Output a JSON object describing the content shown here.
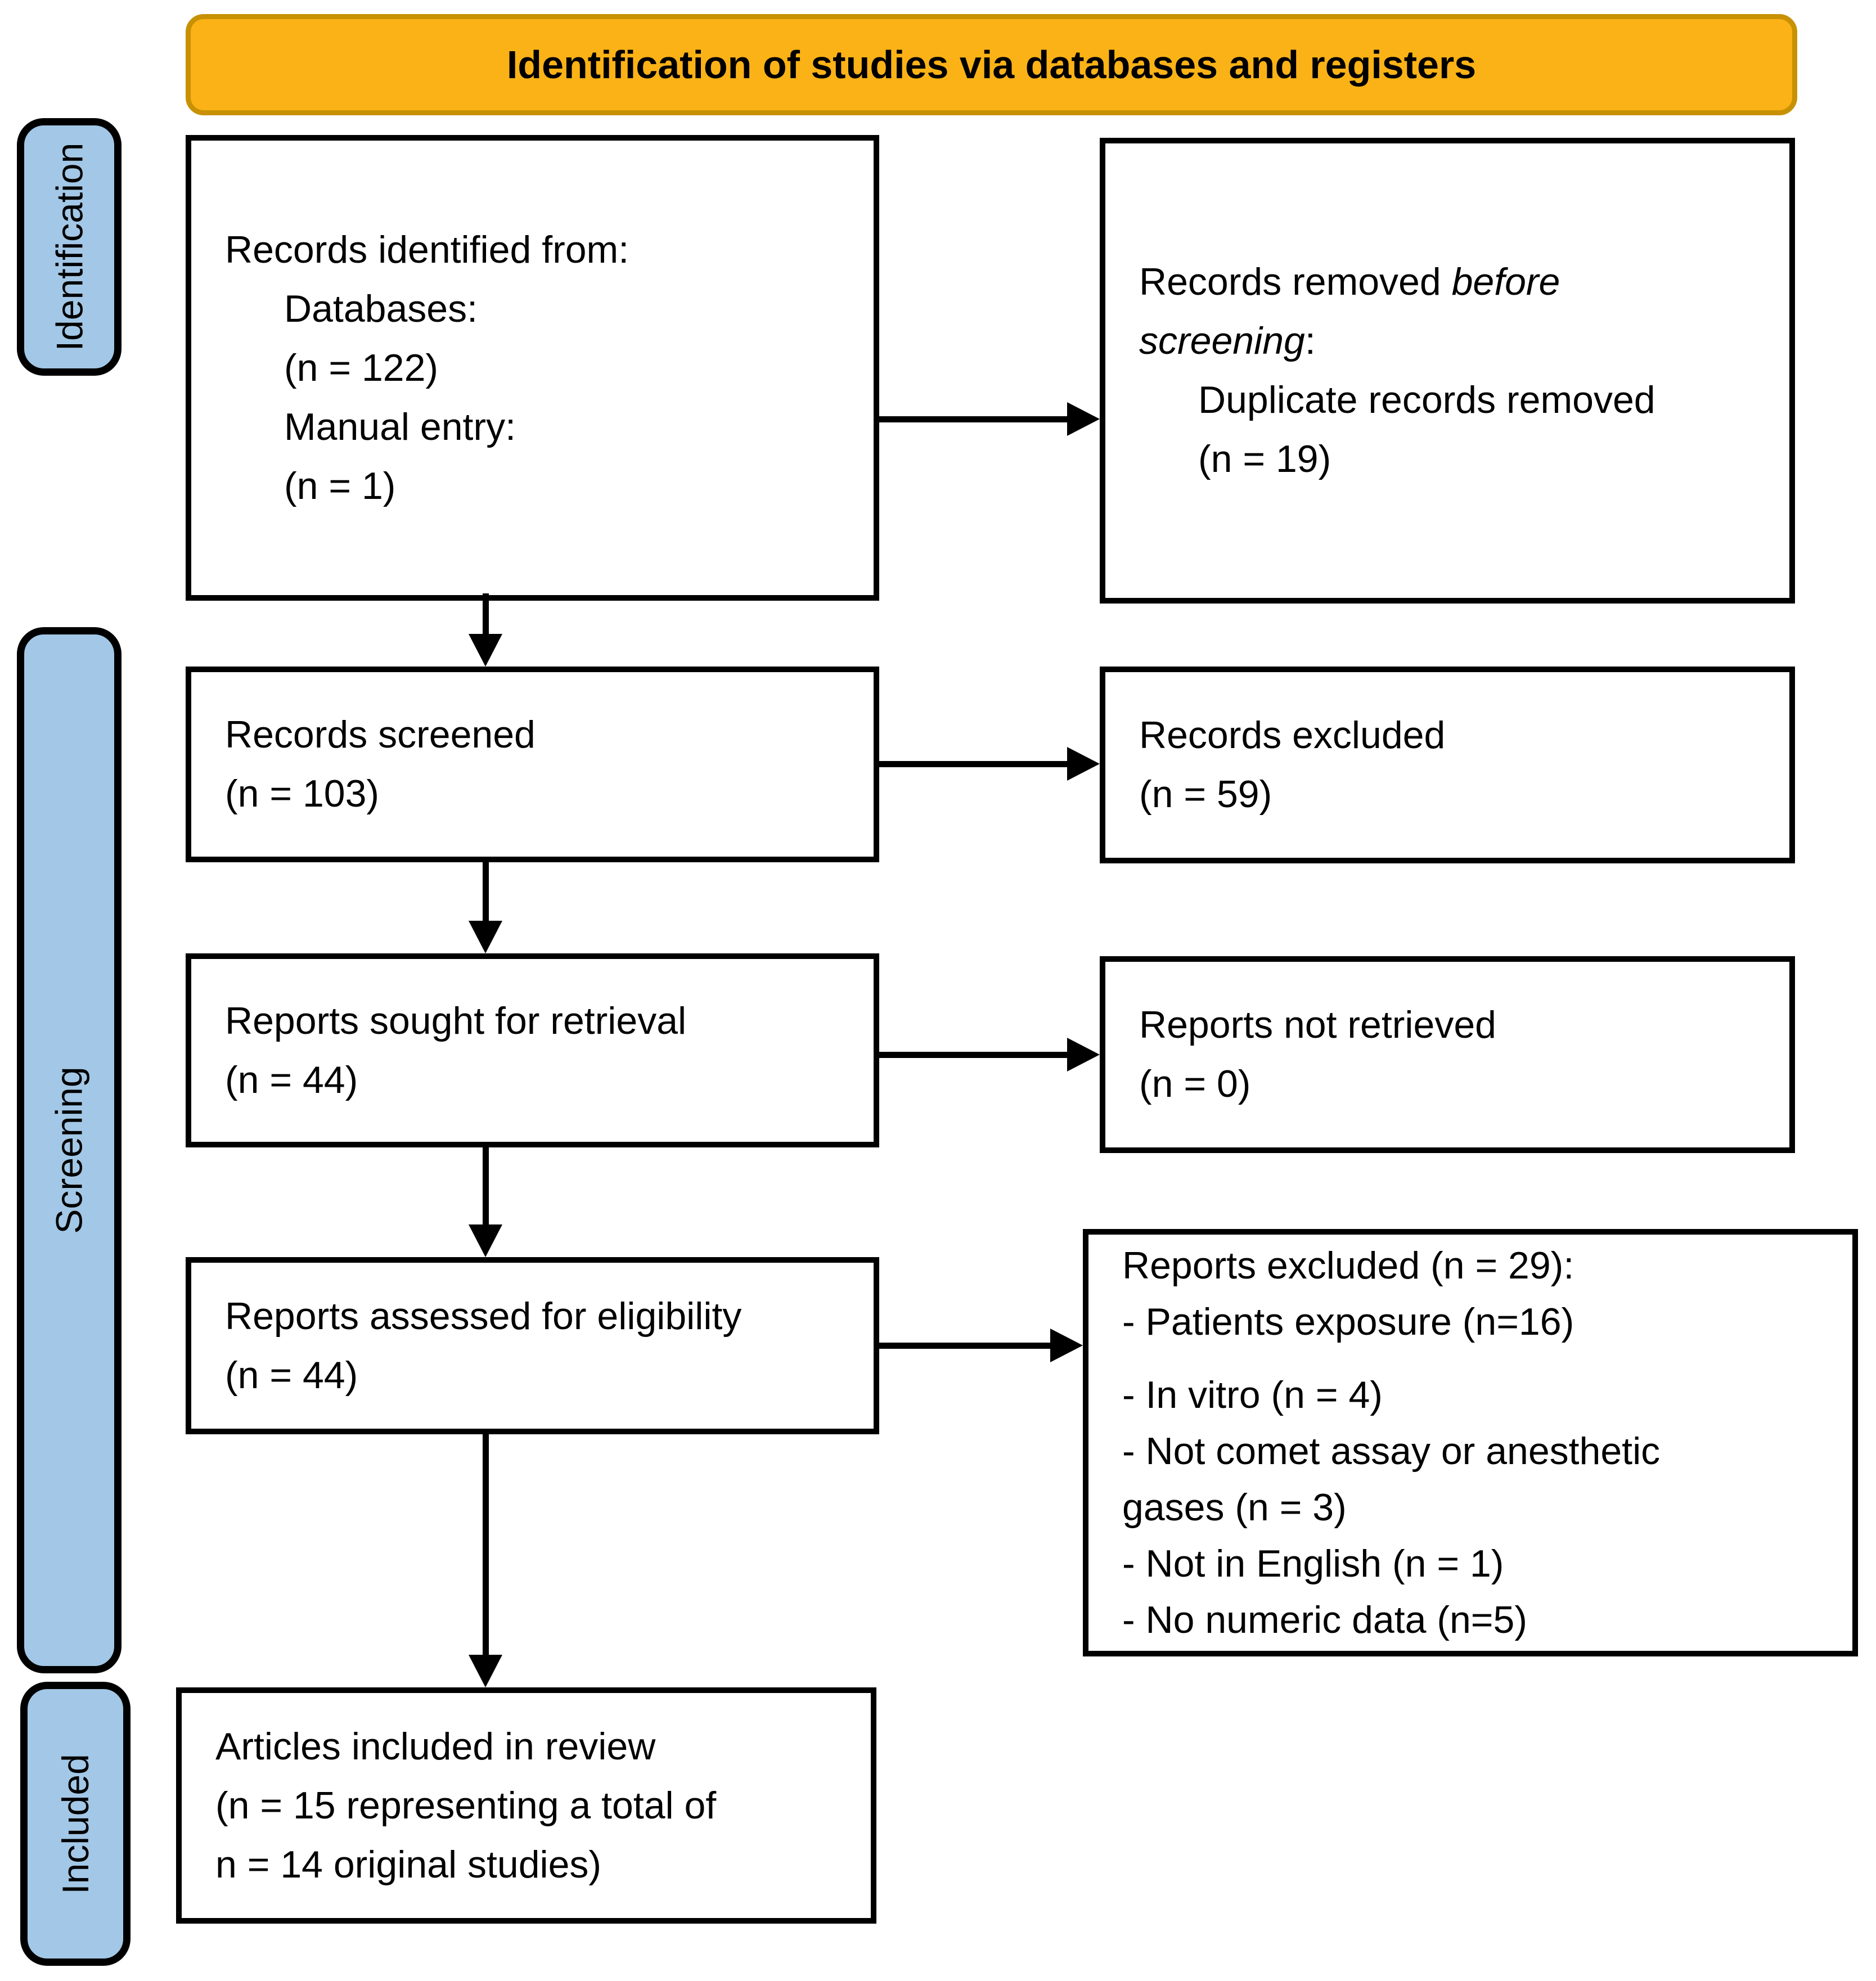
{
  "banner": {
    "title": "Identification of studies via databases and registers"
  },
  "stages": {
    "identification": "Identification",
    "screening": "Screening",
    "included": "Included"
  },
  "boxes": {
    "identified": {
      "heading": "Records identified from:",
      "items": [
        "Databases:",
        "(n = 122)",
        "Manual entry:",
        "(n = 1)"
      ]
    },
    "removed_before_screening": {
      "normal_part": "Records removed ",
      "italic_line1": "before",
      "italic_line2": "screening",
      "colon": ":",
      "items": [
        "Duplicate records removed",
        "(n = 19)"
      ]
    },
    "records_screened": {
      "label": "Records screened",
      "count": "(n = 103)"
    },
    "records_excluded": {
      "label": "Records excluded",
      "count": "(n = 59)"
    },
    "reports_sought": {
      "label": "Reports sought for retrieval",
      "count": "(n = 44)"
    },
    "reports_not_retrieved": {
      "label": "Reports not retrieved",
      "count": "(n = 0)"
    },
    "reports_assessed": {
      "label": "Reports assessed for eligibility",
      "count": "(n = 44)"
    },
    "reports_excluded": {
      "heading": "Reports excluded (n = 29):",
      "lines": [
        "- Patients exposure (n=16)",
        "- In vitro (n = 4)",
        "- Not comet assay or anesthetic",
        "gases (n = 3)",
        "- Not in English (n = 1)",
        "- No numeric data (n=5)"
      ]
    },
    "articles_included": {
      "line1": "Articles included in review",
      "line2": "(n = 15 representing a total of",
      "line3": "n = 14 original studies)"
    }
  },
  "colors": {
    "banner_fill": "#FBB216",
    "banner_border": "#C89104",
    "stage_fill": "#A3C7E6",
    "box_border": "#000000",
    "background": "#FFFFFF",
    "text": "#000000"
  }
}
